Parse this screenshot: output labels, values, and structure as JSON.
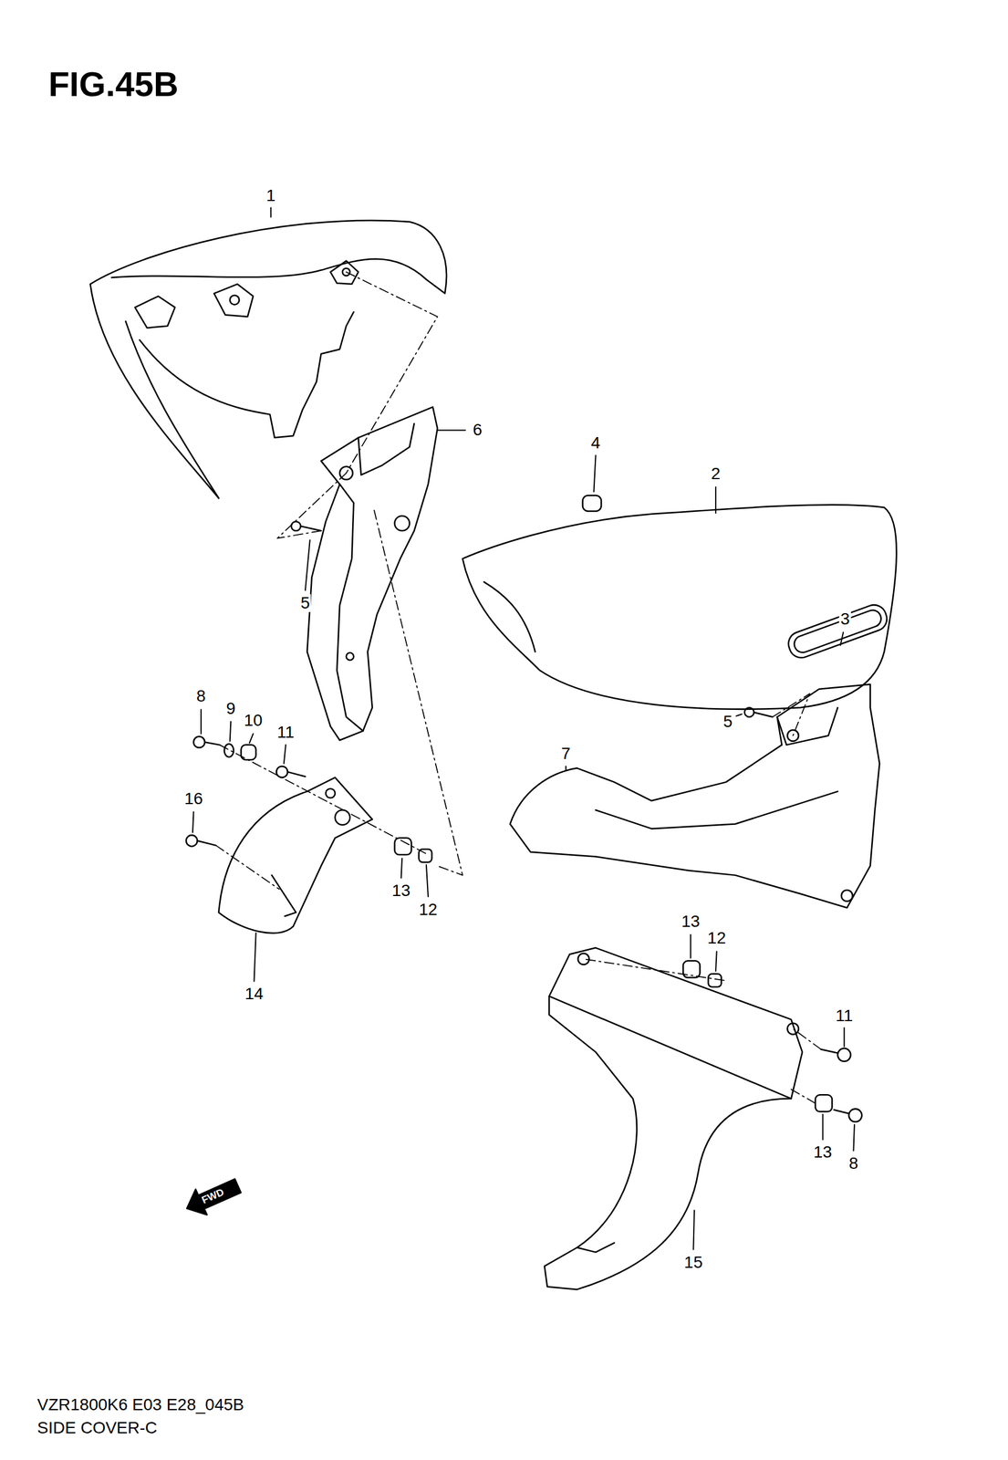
{
  "diagram": {
    "title": "FIG.45B",
    "caption": "VZR1800K6 E03 E28_045B",
    "labels": [
      "1",
      "6",
      "4",
      "2",
      "5",
      "3",
      "8",
      "9",
      "10",
      "11",
      "5",
      "7",
      "16",
      "13",
      "12",
      "14",
      "13",
      "12",
      "11",
      "13",
      "8",
      "15",
      "FWD",
      "SIDE COVER-C"
    ]
  }
}
